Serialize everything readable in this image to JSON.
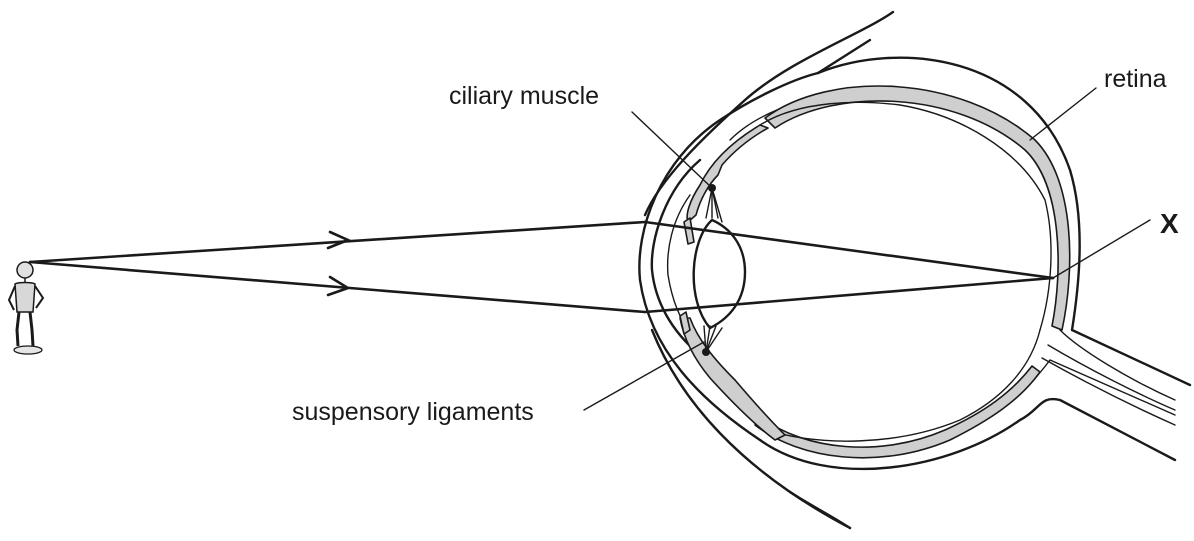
{
  "labels": {
    "ciliary_muscle": "ciliary muscle",
    "retina": "retina",
    "suspensory_ligaments": "suspensory ligaments",
    "point_x": "X"
  },
  "colors": {
    "line": "#1a1a1a",
    "tissue_fill": "#cfcfcf",
    "background": "#ffffff"
  }
}
